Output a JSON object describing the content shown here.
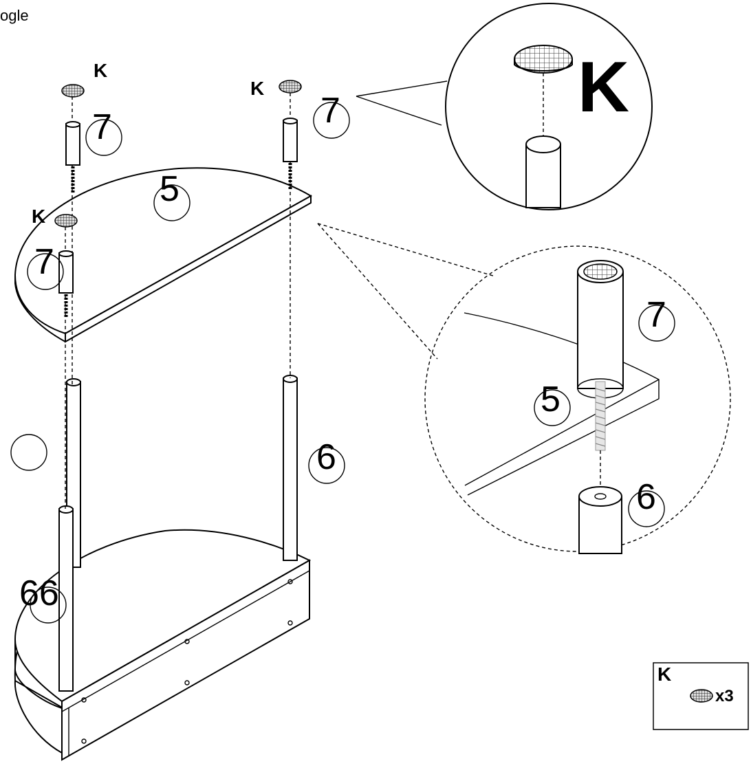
{
  "header": {
    "cropped_text": "ogle"
  },
  "labels": {
    "part_k": "K",
    "part_7": "7",
    "part_5": "5",
    "part_6": "6",
    "part_66": "66"
  },
  "detail_top": {
    "label": "K"
  },
  "detail_bottom": {
    "label_7": "7",
    "label_5": "5",
    "label_6": "6"
  },
  "legend": {
    "part": "K",
    "quantity": "x3"
  }
}
